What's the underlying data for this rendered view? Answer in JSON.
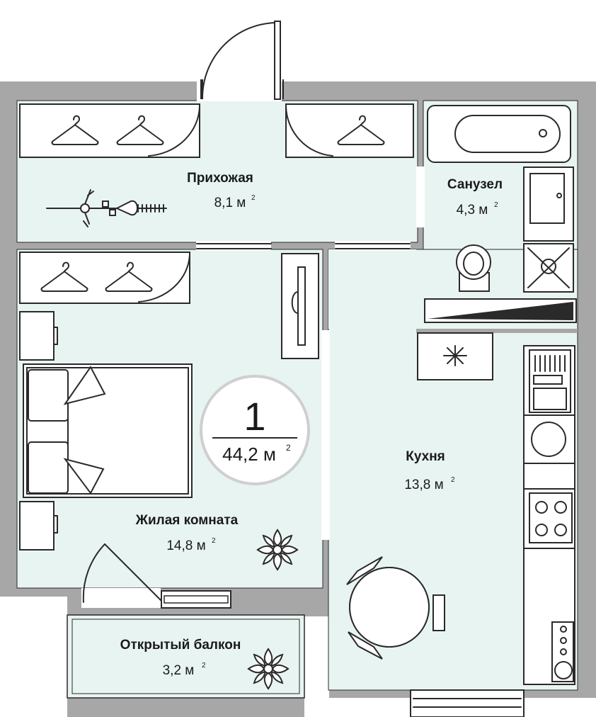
{
  "plan": {
    "rooms_count": "1",
    "total_area": "44,2 м",
    "area_unit_sup": "2",
    "colors": {
      "wall": "#a7a7a7",
      "room_fill": "#e8f4f1",
      "line": "#2a2a2a",
      "badge_ring": "#cfcfcf"
    },
    "rooms": [
      {
        "id": "hallway",
        "name": "Прихожая",
        "area": "8,1 м"
      },
      {
        "id": "bathroom",
        "name": "Санузел",
        "area": "4,3 м"
      },
      {
        "id": "living",
        "name": "Жилая комната",
        "area": "14,8 м"
      },
      {
        "id": "kitchen",
        "name": "Кухня",
        "area": "13,8 м"
      },
      {
        "id": "balcony",
        "name": "Открытый балкон",
        "area": "3,2 м"
      }
    ],
    "icons": [
      "hanger-icon",
      "bathtub-icon",
      "toilet-icon",
      "sink-icon",
      "bed-icon",
      "plant-icon",
      "stove-icon",
      "sink-kitchen-icon",
      "dining-table-icon",
      "tv-icon",
      "coat-rack-icon"
    ]
  }
}
